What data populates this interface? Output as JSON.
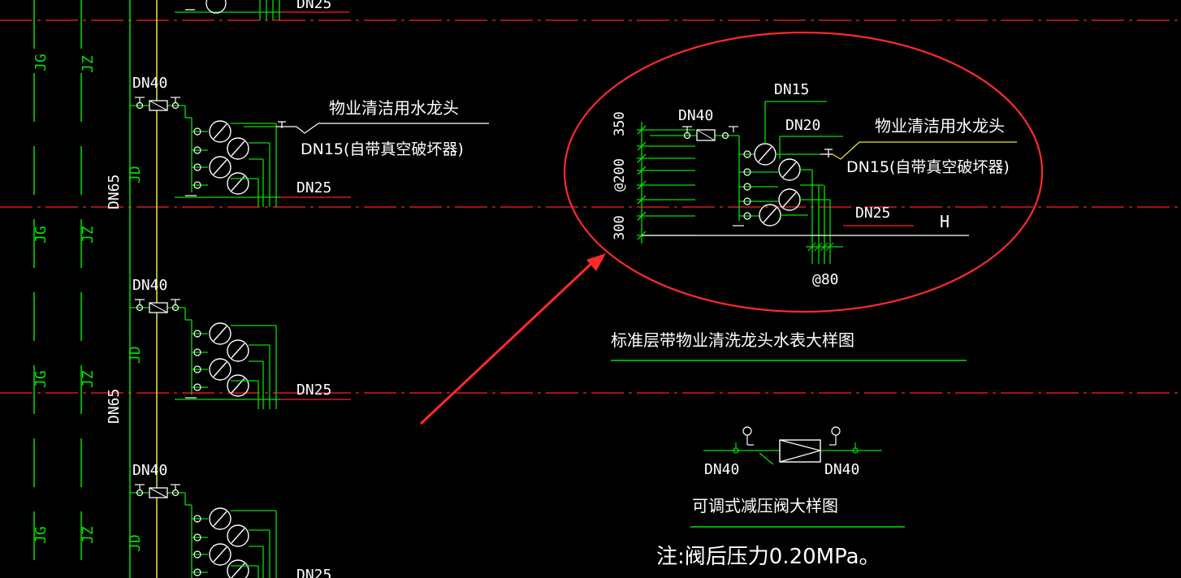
{
  "colors": {
    "background": "#000000",
    "grid_red": "#ff2020",
    "pipe_green": "#00e000",
    "riser_yellow": "#e8e830",
    "text_white": "#ffffff",
    "arrow_red": "#ff2a2a"
  },
  "risers": {
    "jg": "JG",
    "jz": "JZ",
    "jd": "JD",
    "dn65": "DN65"
  },
  "rows": [
    {
      "top_dn": "DN40",
      "bottom_dn": "DN25"
    },
    {
      "top_dn": "DN40",
      "bottom_dn": "DN25"
    },
    {
      "top_dn": "DN40",
      "bottom_dn": "DN25"
    }
  ],
  "row1_extra": {
    "faucet_label": "物业清洁用水龙头",
    "faucet_size": "DN15(自带真空破坏器)",
    "top_partial": "DN25"
  },
  "detail": {
    "dn40": "DN40",
    "dn15": "DN15",
    "dn20": "DN20",
    "dn25": "DN25",
    "faucet_label": "物业清洁用水龙头",
    "faucet_size": "DN15(自带真空破坏器)",
    "dim_350": "350",
    "dim_200": "@200",
    "dim_300": "300",
    "dim_80": "@80",
    "h": "H",
    "title": "标准层带物业清洗龙头水表大样图"
  },
  "prv": {
    "left_dn": "DN40",
    "right_dn": "DN40",
    "title": "可调式减压阀大样图",
    "note": "注:阀后压力0.20MPa。"
  }
}
